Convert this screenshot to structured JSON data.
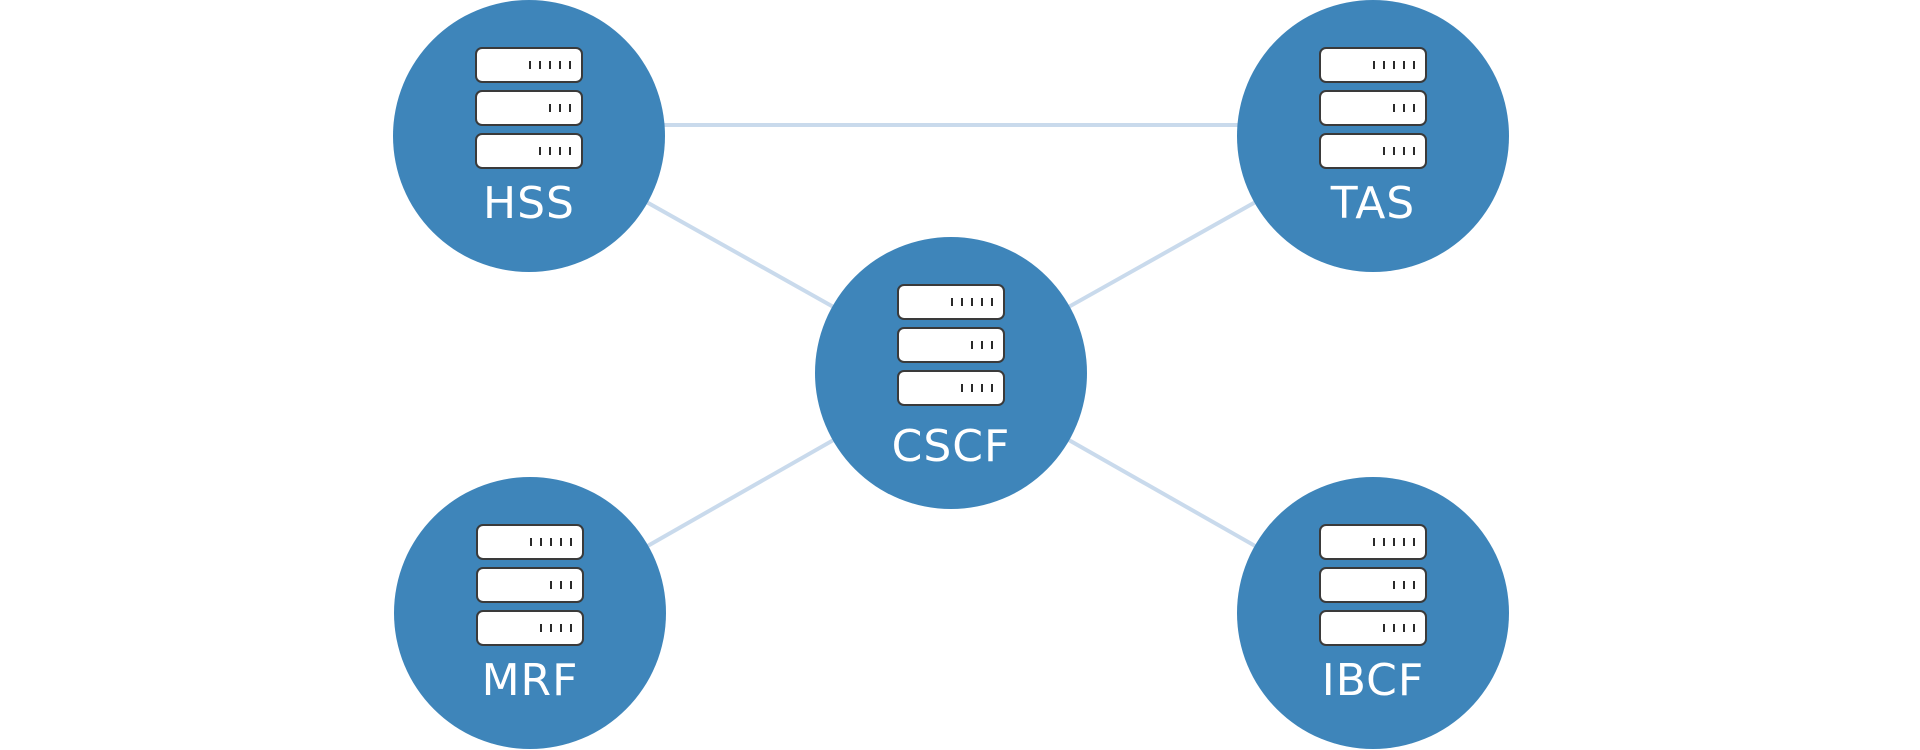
{
  "diagram": {
    "nodes": [
      {
        "id": "hss",
        "label": "HSS",
        "icon": "server-rack-icon"
      },
      {
        "id": "tas",
        "label": "TAS",
        "icon": "server-rack-icon"
      },
      {
        "id": "cscf",
        "label": "CSCF",
        "icon": "server-rack-icon"
      },
      {
        "id": "mrf",
        "label": "MRF",
        "icon": "server-rack-icon"
      },
      {
        "id": "ibcf",
        "label": "IBCF",
        "icon": "server-rack-icon"
      }
    ],
    "edges": [
      [
        "hss",
        "tas"
      ],
      [
        "hss",
        "cscf"
      ],
      [
        "tas",
        "cscf"
      ],
      [
        "mrf",
        "cscf"
      ],
      [
        "ibcf",
        "cscf"
      ]
    ],
    "colors": {
      "node_fill": "#3e85ba",
      "link": "#c9daec",
      "server_fill": "#ffffff",
      "server_stroke": "#3a3a3a",
      "label": "#ffffff"
    }
  }
}
